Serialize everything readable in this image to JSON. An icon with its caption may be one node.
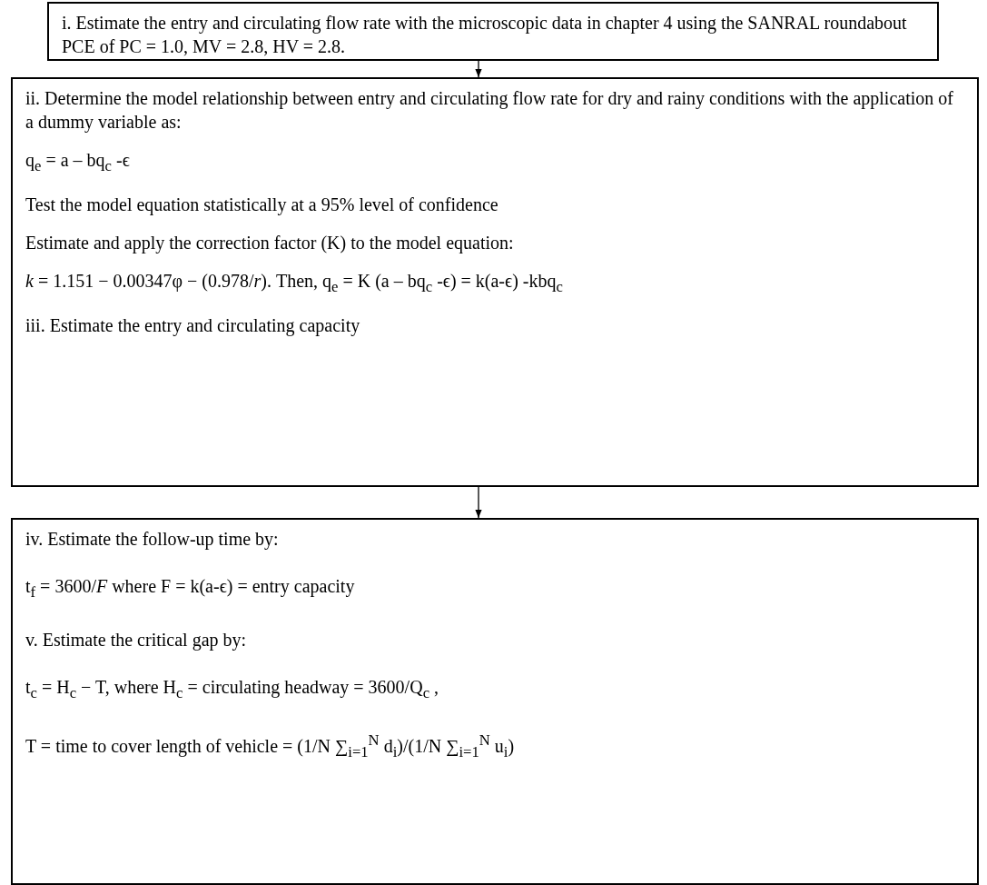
{
  "diagram": {
    "nodes": [
      {
        "text": [
          "i. Estimate the entry and circulating flow rate with the microscopic data in chapter 4 using the SANRAL roundabout PCE of PC = 1.0, MV = 2.8, HV = 2.8."
        ]
      },
      {
        "text": [
          "ii. Determine the model relationship between entry and circulating flow rate for dry and rainy conditions with the application of a dummy variable as:",
          "q$_{e}$ = a – bq$_{c}$ -ϵ",
          "Test the model equation statistically at a 95% level of confidence",
          "Estimate and apply the correction factor (K) to the model equation:",
          "*k* = 1.151 − 0.00347φ − (0.978/*r*). Then, q$_{e}$ = K (a – bq$_{c}$ -ϵ) = k(a-ϵ) -kbq$_{c}$",
          "iii. Estimate the entry and circulating capacity"
        ]
      },
      {
        "text": [
          "iv. Estimate the follow-up time by:",
          "t$_{f}$ = 3600/*F* where F = k(a-ϵ) = entry capacity",
          "v. Estimate the critical gap by:",
          "t$_{c}$ = H$_{c}$ − T, where H$_{c}$ = circulating headway = 3600/Q$_{c}$ ,",
          "T = time to cover length of vehicle = (1/N ∑$_{i=1}$$^{N}$ d$_{i}$)/(1/N ∑$_{i=1}$$^{N}$ u$_{i}$)"
        ]
      }
    ],
    "edges": [
      {
        "from": 0,
        "to": 1,
        "arrow": "to"
      },
      {
        "from": 1,
        "to": 2,
        "arrow": "to"
      }
    ]
  }
}
